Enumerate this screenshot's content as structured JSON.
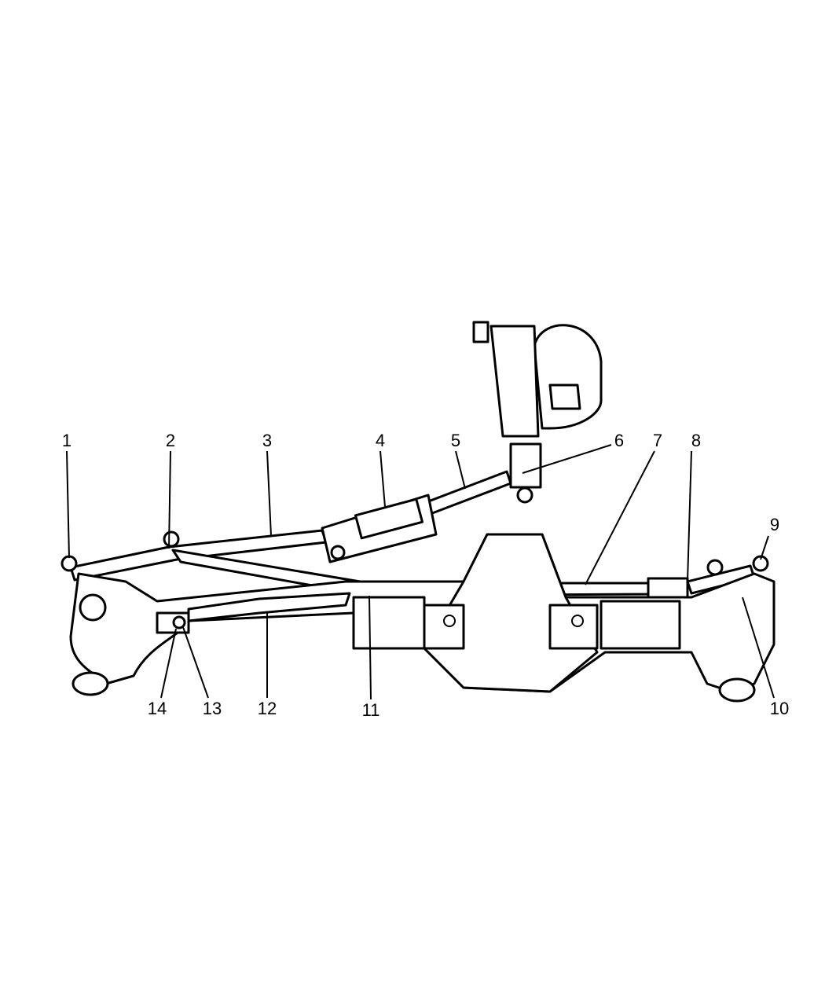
{
  "diagram": {
    "title": "",
    "callouts": [
      "1",
      "2",
      "3",
      "4",
      "5",
      "6",
      "7",
      "8",
      "9",
      "10",
      "11",
      "12",
      "13",
      "14"
    ]
  }
}
